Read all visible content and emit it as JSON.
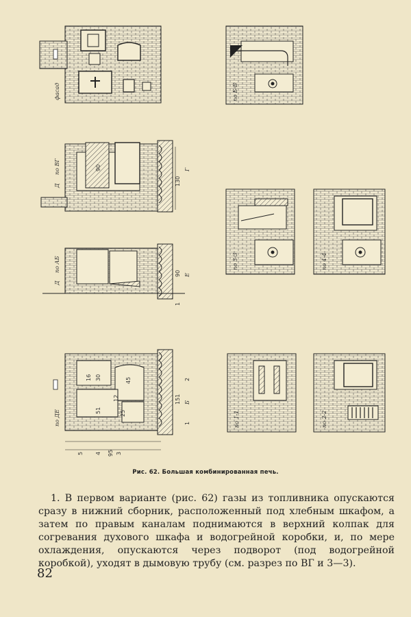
{
  "figure": {
    "caption": "Рис. 62. Большая комбинированная печь.",
    "labels": {
      "facade": "фасад",
      "section_bb": "по Б-Б",
      "section_vg": "по ВГ",
      "section_ab": "по АБ",
      "section_de": "по ДЕ",
      "section_33": "по 3-3",
      "section_44": "по 4-4",
      "section_11": "по 1-1",
      "section_22": "по 2-2",
      "letter_d": "Д",
      "letter_e": "Е",
      "letter_g": "Г",
      "letter_b": "Б",
      "dim_90": "90",
      "dim_130": "130",
      "dim_151": "151",
      "dim_30": "30",
      "dim_45": "45",
      "dim_51": "51",
      "dim_25": "25",
      "dim_12": "12",
      "dim_16": "16",
      "dim_95": "95",
      "mark_1": "1",
      "mark_2": "2",
      "mark_3": "3",
      "mark_4": "4",
      "mark_5": "5"
    }
  },
  "text": {
    "paragraph": "1. В первом варианте (рис. 62) газы из топливника опускаются сразу в нижний сборник, расположенный под хлебным шкафом, а затем по правым каналам поднимаются в верхний колпак для согревания духового шкафа и водогрейной коробки, и, по мере охлаждения, опускаются через подворот (под водогрейной коробкой), уходят в дымовую трубу (см. разрез по ВГ и 3—3).",
    "page_number": "82"
  }
}
